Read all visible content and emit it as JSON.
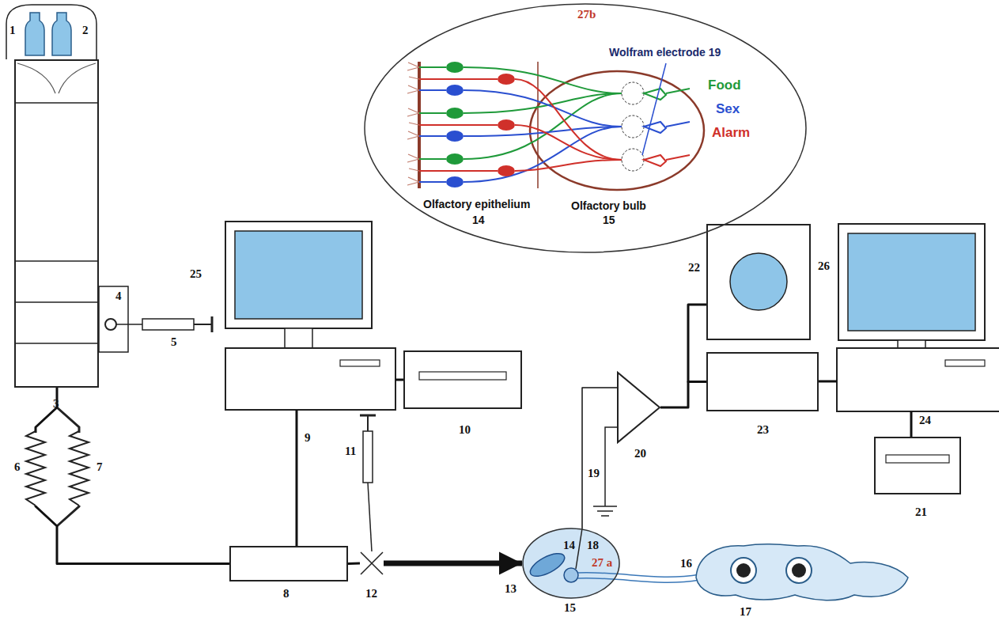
{
  "diagram": {
    "nodes": [
      {
        "text": [
          "3"
        ]
      },
      {
        "text": [
          "8"
        ]
      },
      {
        "text": [
          "12"
        ]
      },
      {
        "text": [
          "27 a"
        ]
      },
      {
        "text": [
          "25"
        ]
      },
      {
        "text": [
          "10"
        ]
      },
      {
        "text": [
          "20"
        ]
      },
      {
        "text": [
          "22"
        ]
      },
      {
        "text": [
          "23"
        ]
      },
      {
        "text": [
          "26"
        ]
      },
      {
        "text": [
          "21"
        ]
      },
      {
        "text": [
          "27b"
        ]
      }
    ],
    "edges": [
      {
        "from": 0,
        "to": 1,
        "arrow": "none"
      },
      {
        "from": 1,
        "to": 2,
        "arrow": "none"
      },
      {
        "from": 2,
        "to": 3,
        "arrow": "to"
      },
      {
        "from": 4,
        "to": 1,
        "label": "9",
        "arrow": "none"
      },
      {
        "from": 4,
        "to": 5,
        "arrow": "none"
      },
      {
        "from": 3,
        "to": 6,
        "label": "19",
        "arrow": "none"
      },
      {
        "from": 6,
        "to": 8,
        "arrow": "none"
      },
      {
        "from": 7,
        "to": 8,
        "arrow": "none"
      },
      {
        "from": 8,
        "to": 9,
        "arrow": "none"
      },
      {
        "from": 9,
        "to": 10,
        "label": "24",
        "arrow": "none"
      }
    ],
    "labels": [
      "1",
      "2",
      "4",
      "5",
      "6",
      "7",
      "11",
      "13",
      "14",
      "18",
      "15",
      "16",
      "17",
      "Wolfram electrode 19",
      "Food",
      "Sex",
      "Alarm",
      "Olfactory epithelium",
      "14",
      "Olfactory bulb",
      "15"
    ]
  }
}
